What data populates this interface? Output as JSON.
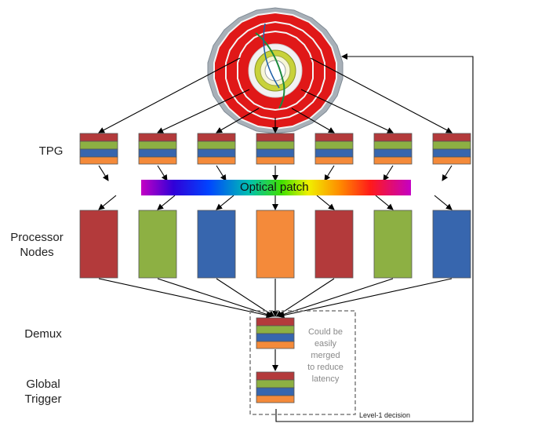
{
  "labels": {
    "tpg": "TPG",
    "processor_line1": "Processor",
    "processor_line2": "Nodes",
    "demux": "Demux",
    "global_line1": "Global",
    "global_line2": "Trigger"
  },
  "optical_patch": "Optical patch",
  "note_lines": [
    "Could be",
    "easily",
    "merged",
    "to reduce",
    "latency"
  ],
  "feedback_label": "Level-1 decision",
  "colors": {
    "red": "#b33a3b",
    "green": "#8db043",
    "blue": "#3766ae",
    "orange": "#f48a3a"
  },
  "tpg_stack": [
    "red",
    "green",
    "blue",
    "orange"
  ],
  "processor_nodes": [
    "red",
    "green",
    "blue",
    "orange",
    "red",
    "green",
    "blue"
  ]
}
